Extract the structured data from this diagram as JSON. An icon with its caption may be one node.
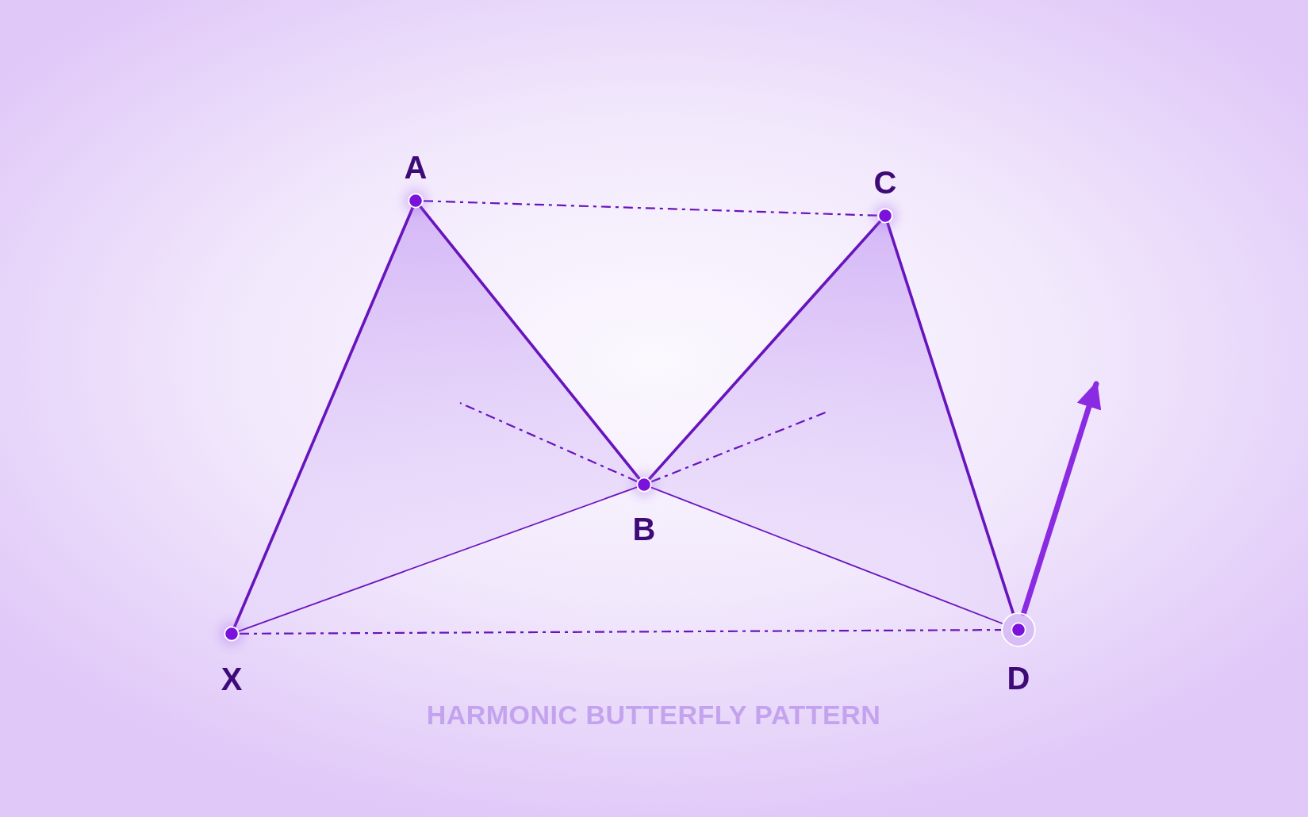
{
  "diagram": {
    "caption": "HARMONIC BUTTERFLY PATTERN",
    "nodes": [
      {
        "text": [
          "A"
        ]
      },
      {
        "text": [
          "C"
        ]
      },
      {
        "text": [
          "B"
        ]
      },
      {
        "text": [
          "X"
        ]
      },
      {
        "text": [
          "D"
        ]
      }
    ],
    "edges": [
      {
        "from": 3,
        "to": 0,
        "arrow": "none"
      },
      {
        "from": 0,
        "to": 2,
        "arrow": "none"
      },
      {
        "from": 2,
        "to": 1,
        "arrow": "none"
      },
      {
        "from": 1,
        "to": 4,
        "arrow": "none"
      },
      {
        "from": 4,
        "to": null,
        "arrow": "to",
        "style": "thick",
        "color": "#8a2be2"
      },
      {
        "from": 3,
        "to": 2,
        "arrow": "none"
      },
      {
        "from": 2,
        "to": 4,
        "arrow": "none"
      },
      {
        "from": 0,
        "to": 1,
        "arrow": "none",
        "style": "dashed"
      },
      {
        "from": 3,
        "to": 4,
        "arrow": "none",
        "style": "dashed"
      },
      {
        "from": 2,
        "to": null,
        "arrow": "none",
        "style": "dashed"
      },
      {
        "from": 2,
        "to": null,
        "arrow": "none",
        "style": "dashed"
      }
    ]
  }
}
